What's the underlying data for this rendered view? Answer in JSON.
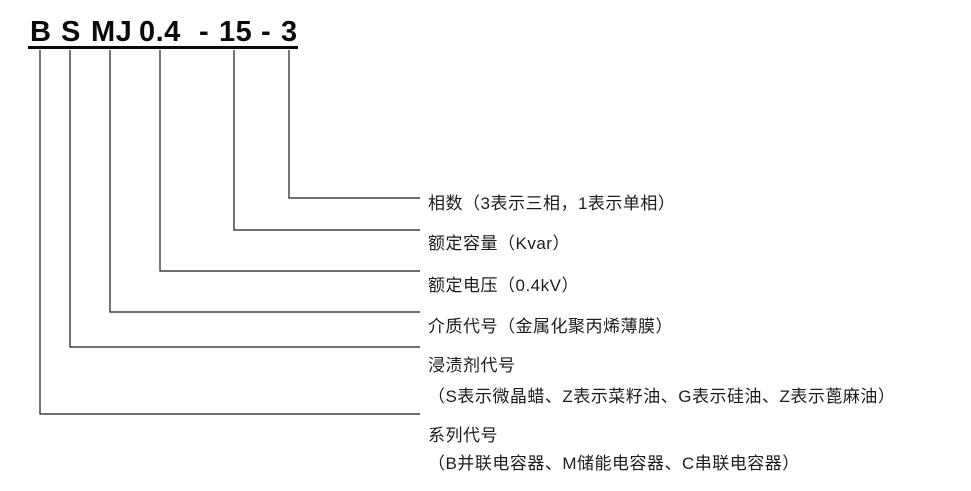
{
  "model_code": {
    "full": "B S MJ 0.4 - 15 - 3",
    "parts": [
      "B",
      "S",
      "MJ",
      "0.4",
      "-",
      "15",
      "-",
      "3"
    ]
  },
  "labels": {
    "phase": {
      "text": "相数（3表示三相，1表示单相）"
    },
    "capacity": {
      "text": "额定容量（Kvar）"
    },
    "voltage": {
      "text": "额定电压（0.4kV）"
    },
    "dielectric": {
      "text": "介质代号（金属化聚丙烯薄膜）"
    },
    "impregnant": {
      "text": "浸渍剂代号",
      "sub": "（S表示微晶蜡、Z表示菜籽油、G表示硅油、Z表示蓖麻油）"
    },
    "series": {
      "text": "系列代号",
      "sub": "（B并联电容器、M储能电容器、C串联电容器）"
    }
  },
  "colors": {
    "line": "#1a1a1a",
    "text": "#1c1c1c",
    "code": "#0a0a0a"
  }
}
